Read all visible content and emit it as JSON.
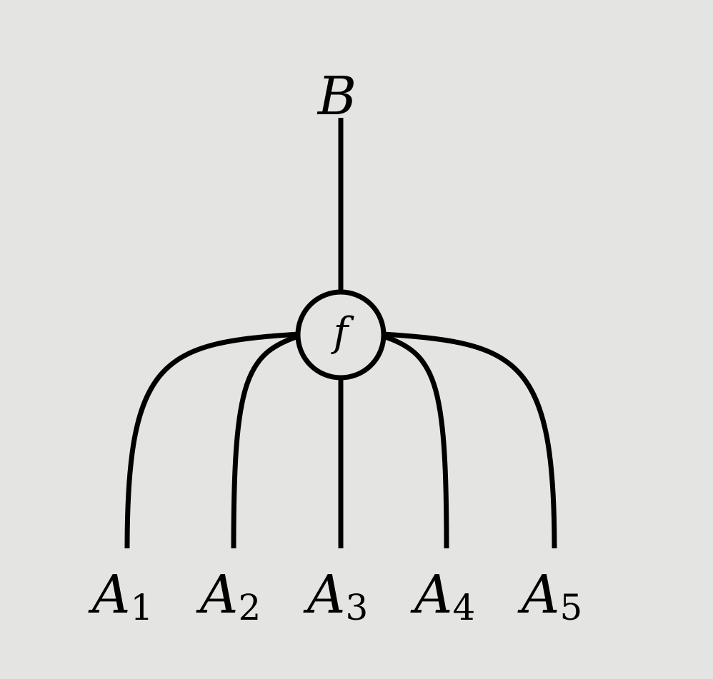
{
  "diagram": {
    "output_wire": {
      "label": "B"
    },
    "morphism": {
      "label": "f"
    },
    "input_wires": [
      {
        "base": "A",
        "index": "1"
      },
      {
        "base": "A",
        "index": "2"
      },
      {
        "base": "A",
        "index": "3"
      },
      {
        "base": "A",
        "index": "4"
      },
      {
        "base": "A",
        "index": "5"
      }
    ]
  },
  "colors": {
    "background": "#e4e4e2",
    "ink": "#000000"
  }
}
